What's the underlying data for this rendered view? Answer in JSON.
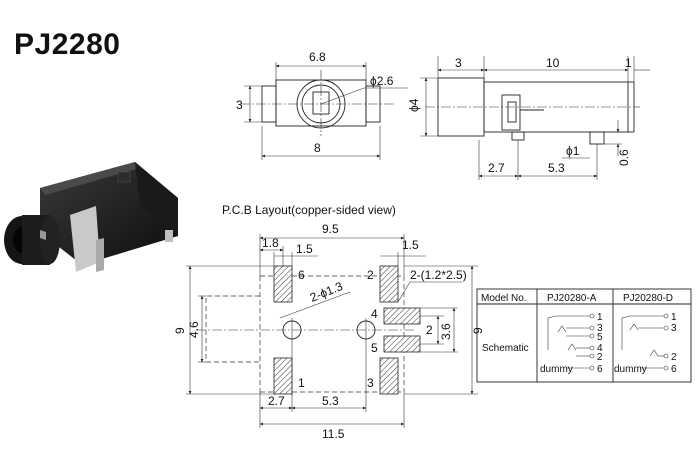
{
  "title": "PJ2280",
  "top_view": {
    "width_top": "6.8",
    "height_left": "3",
    "width_bottom": "8",
    "hole_dia": "ϕ2.6"
  },
  "side_view": {
    "dim_3": "3",
    "dim_10": "10",
    "dim_1": "1",
    "dia_4": "ϕ4",
    "dim_27": "2.7",
    "dim_53": "5.3",
    "pin_dia": "ϕ1",
    "dim_06": "0.6"
  },
  "pcb": {
    "heading": "P.C.B Layout(copper-sided view)",
    "dim_95": "9.5",
    "dim_18": "1.8",
    "dim_15_left": "1.5",
    "dim_15_right": "1.5",
    "pad_size": "2-(1.2*2.5)",
    "hole_label": "2-ϕ1.3",
    "dim_9_left": "9",
    "dim_46": "4.6",
    "dim_2": "2",
    "dim_36": "3.6",
    "dim_9_right": "9",
    "dim_27": "2.7",
    "dim_53": "5.3",
    "dim_115": "11.5",
    "pins": [
      "6",
      "2",
      "4",
      "5",
      "1",
      "3"
    ]
  },
  "schematic_table": {
    "headers": [
      "Model No.",
      "PJ20280-A",
      "PJ20280-D"
    ],
    "row_label": "Schematic",
    "a_pins": [
      "1",
      "3",
      "5",
      "4",
      "2",
      "6"
    ],
    "a_dummy": "dummy",
    "d_pins": [
      "1",
      "3",
      "2",
      "6"
    ],
    "d_dummy": "dummy"
  }
}
